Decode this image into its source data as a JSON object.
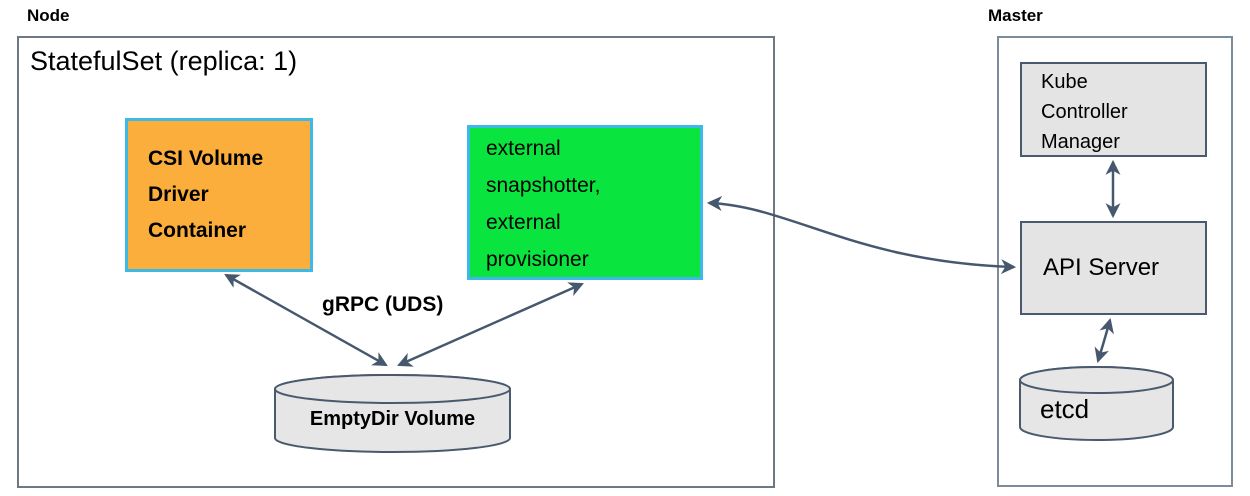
{
  "node_section": {
    "label": "Node",
    "statefulset_title": "StatefulSet (replica: 1)",
    "csi_driver_box": "CSI Volume\nDriver\nContainer",
    "sidecar_box": "external\nsnapshotter,\nexternal\nprovisioner",
    "grpc_label": "gRPC (UDS)",
    "emptydir_label": "EmptyDir Volume"
  },
  "master_section": {
    "label": "Master",
    "kube_controller_manager": "Kube\nController\nManager",
    "api_server": "API Server",
    "etcd": "etcd"
  },
  "connections": [
    {
      "from": "CSI Volume Driver Container",
      "to": "EmptyDir Volume",
      "bidirectional": true,
      "label": "gRPC (UDS)"
    },
    {
      "from": "external snapshotter, external provisioner",
      "to": "EmptyDir Volume",
      "bidirectional": true,
      "label": "gRPC (UDS)"
    },
    {
      "from": "external snapshotter, external provisioner",
      "to": "API Server",
      "bidirectional": true,
      "label": ""
    },
    {
      "from": "Kube Controller Manager",
      "to": "API Server",
      "bidirectional": true,
      "label": ""
    },
    {
      "from": "API Server",
      "to": "etcd",
      "bidirectional": true,
      "label": ""
    }
  ],
  "colors": {
    "csi_box_fill": "#fbae3c",
    "sidecar_box_fill": "#09e53e",
    "container_border": "#3db9e8",
    "gray_box_fill": "#e4e4e4",
    "gray_box_border": "#4a5a6e",
    "outer_border": "#6d7883",
    "arrow": "#46586e",
    "cylinder_fill": "#e6e6e6"
  }
}
